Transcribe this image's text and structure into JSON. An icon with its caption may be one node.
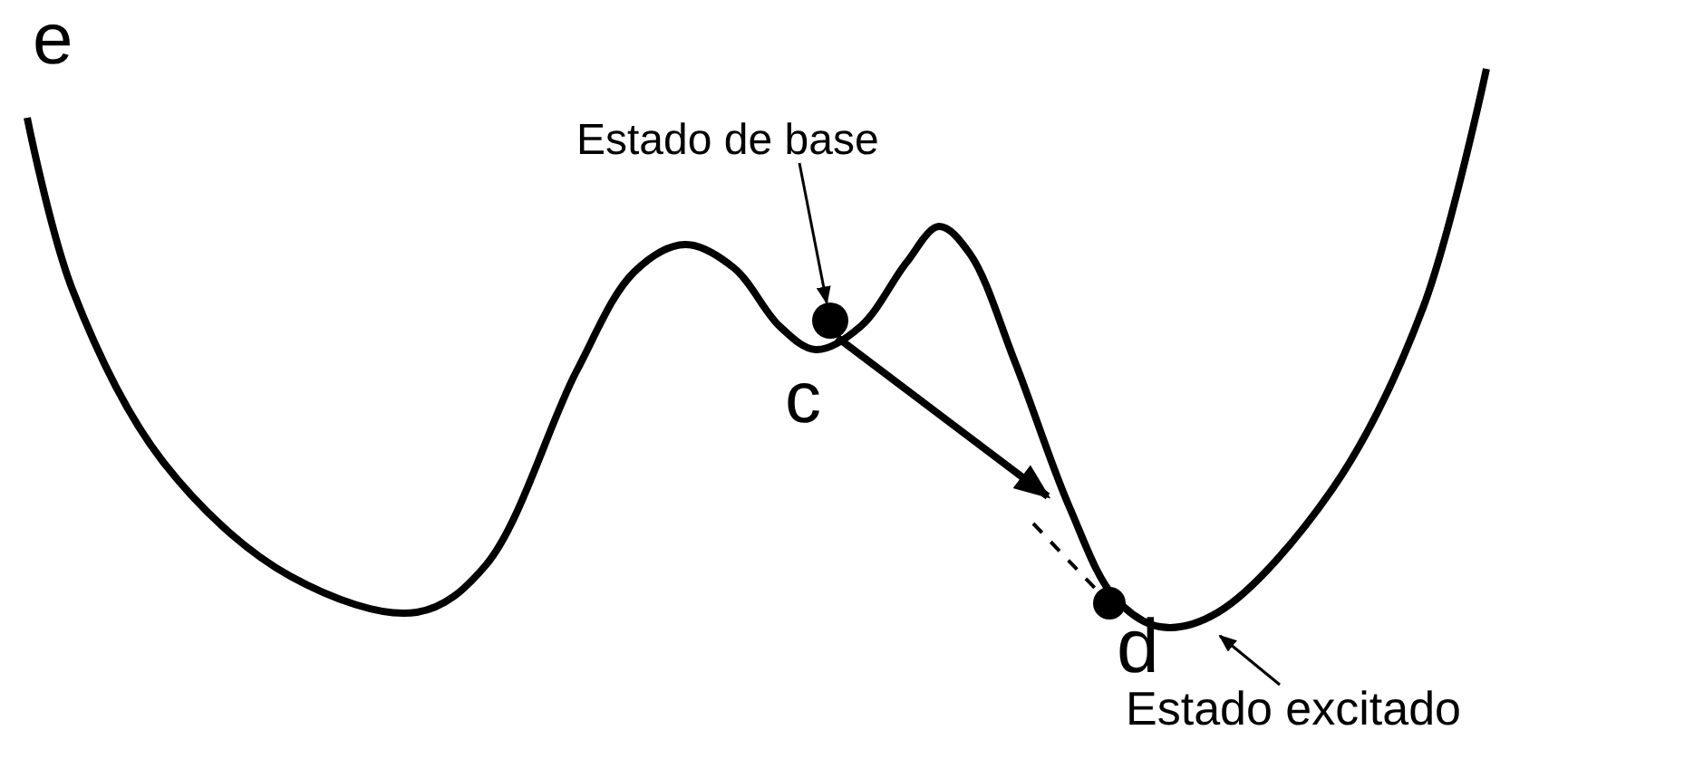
{
  "diagram": {
    "nodes": [
      {
        "text": [
          "Estado de base"
        ]
      },
      {
        "text": [],
        "shape": "circle"
      },
      {
        "text": [
          "Estado excitado"
        ]
      },
      {
        "text": [],
        "shape": "circle"
      }
    ],
    "edges": [
      {
        "from": 0,
        "to": 1,
        "arrow": "to"
      },
      {
        "from": 1,
        "to": null,
        "arrow": "to",
        "style": "thick"
      },
      {
        "from": null,
        "to": 3,
        "arrow": "none",
        "style": "dashed"
      },
      {
        "from": 2,
        "to": null,
        "arrow": "to"
      }
    ],
    "labels": [
      "e",
      "c",
      "d"
    ]
  }
}
